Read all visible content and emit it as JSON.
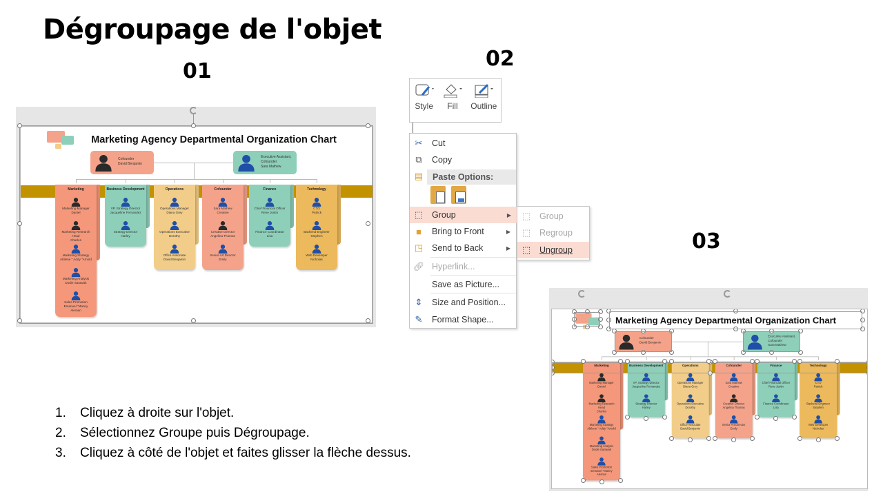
{
  "slide": {
    "title": "Dégroupage de l'objet",
    "labels": {
      "s1": "01",
      "s2": "02",
      "s3": "03"
    },
    "steps": [
      {
        "n": "1.",
        "text": "Cliquez à droite sur l'objet."
      },
      {
        "n": "2.",
        "text": "Sélectionnez Groupe puis Dégroupage."
      },
      {
        "n": "3.",
        "text": "Cliquez à côté de l'objet et faites glisser la flèche dessus."
      }
    ]
  },
  "org": {
    "title": "Marketing Agency Departmental Organization Chart",
    "colors": {
      "salmon": "#f4a38a",
      "teal": "#8ecfb9",
      "yellow": "#f2cd89",
      "orange": "#ecb95c",
      "band": "#c39200",
      "blue": "#1f4fa8",
      "dark": "#2a2a2a"
    },
    "top": [
      {
        "lines": [
          "Cofounder",
          "David Benjamin"
        ],
        "icon": "dark",
        "color": "salmon"
      },
      {
        "lines": [
          "Executive Assistant,",
          "Cofounder",
          "Sara Mathew"
        ],
        "icon": "blue",
        "color": "teal"
      }
    ],
    "departments": [
      {
        "name": "Marketing",
        "color": "#f4977a",
        "members": [
          {
            "lines": [
              "Marketing Manager",
              "Daniel"
            ],
            "icon": "dark"
          },
          {
            "lines": [
              "Marketing Research",
              "Head",
              "Charles"
            ],
            "icon": "dark"
          },
          {
            "lines": [
              "Marketing Strategy",
              "Abilene \" Addy \"Arnold"
            ],
            "icon": "blue"
          },
          {
            "lines": [
              "Marketing Analysis",
              "Dodie Sarawak"
            ],
            "icon": "blue"
          },
          {
            "lines": [
              "Sales Promotion",
              "Emanuel \"Manny",
              "Aleman"
            ],
            "icon": "blue"
          }
        ]
      },
      {
        "name": "Business Development",
        "color": "#8ecfb9",
        "members": [
          {
            "lines": [
              "VP, Strategy Director",
              "Jacqueline Fernandez"
            ],
            "icon": "blue"
          },
          {
            "lines": [
              "Strategy Director",
              "Harley"
            ],
            "icon": "blue"
          }
        ]
      },
      {
        "name": "Operations",
        "color": "#f2cd89",
        "members": [
          {
            "lines": [
              "Operations Manager",
              "Diana Grey"
            ],
            "icon": "blue"
          },
          {
            "lines": [
              "Operations Executive",
              "Dorothy"
            ],
            "icon": "blue"
          },
          {
            "lines": [
              "Office Associate",
              "David Benjamin"
            ],
            "icon": "blue"
          }
        ]
      },
      {
        "name": "Cofounder",
        "color": "#f4a38a",
        "members": [
          {
            "lines": [
              "Sara Mathew",
              "Creative"
            ],
            "icon": "blue"
          },
          {
            "lines": [
              "Creative Director",
              "Angelina Thomas"
            ],
            "icon": "dark"
          },
          {
            "lines": [
              "Senior Art Director",
              "Emily"
            ],
            "icon": "blue"
          }
        ]
      },
      {
        "name": "Finance",
        "color": "#8ecfb9",
        "members": [
          {
            "lines": [
              "Chief Financial Officer",
              "Rene Justin"
            ],
            "icon": "blue"
          },
          {
            "lines": [
              "Finance Coordinator",
              "Lisa"
            ],
            "icon": "blue"
          }
        ]
      },
      {
        "name": "Technology",
        "color": "#ecb95c",
        "members": [
          {
            "lines": [
              "CTO",
              "Patrick"
            ],
            "icon": "blue"
          },
          {
            "lines": [
              "Backend Engineer",
              "Stephen"
            ],
            "icon": "blue"
          },
          {
            "lines": [
              "Web Developer",
              "Nicholas"
            ],
            "icon": "blue"
          }
        ]
      }
    ]
  },
  "toolbar": {
    "items": [
      {
        "label": "Style",
        "icon": "shape-style-icon"
      },
      {
        "label": "Fill",
        "icon": "fill-bucket-icon"
      },
      {
        "label": "Outline",
        "icon": "outline-pen-icon"
      }
    ]
  },
  "menu": {
    "cut": "Cut",
    "copy": "Copy",
    "paste_options": "Paste Options:",
    "group": "Group",
    "bring_to_front": "Bring to Front",
    "send_to_back": "Send to Back",
    "hyperlink": "Hyperlink...",
    "save_as_picture": "Save as Picture...",
    "size_and_position": "Size and Position...",
    "format_shape": "Format Shape..."
  },
  "submenu": {
    "group": "Group",
    "regroup": "Regroup",
    "ungroup": "Ungroup"
  }
}
